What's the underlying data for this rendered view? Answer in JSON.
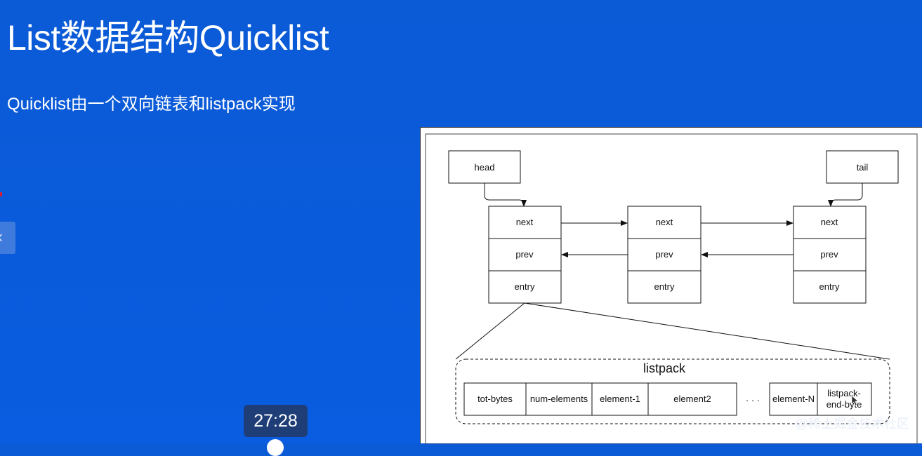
{
  "slide": {
    "title": "List数据结构Quicklist",
    "subtitle": "Quicklist由一个双向链表和listpack实现"
  },
  "nav": {
    "prev_icon": "chevron-left-icon",
    "prev_glyph": "‹"
  },
  "diagram": {
    "head_label": "head",
    "tail_label": "tail",
    "node_fields": [
      "next",
      "prev",
      "entry"
    ],
    "listpack_title": "listpack",
    "listpack_cells": [
      "tot-bytes",
      "num-elements",
      "element-1",
      "element2",
      "element-N"
    ],
    "ellipsis": "· · ·",
    "end_byte_line1": "listpack-",
    "end_byte_line2": "end-byte"
  },
  "player": {
    "timestamp": "27:28"
  },
  "watermark": {
    "text": "@稀土掘金技术社区"
  },
  "colors": {
    "background": "#0a5ce0",
    "timestamp_bg": "#1f3e78"
  }
}
